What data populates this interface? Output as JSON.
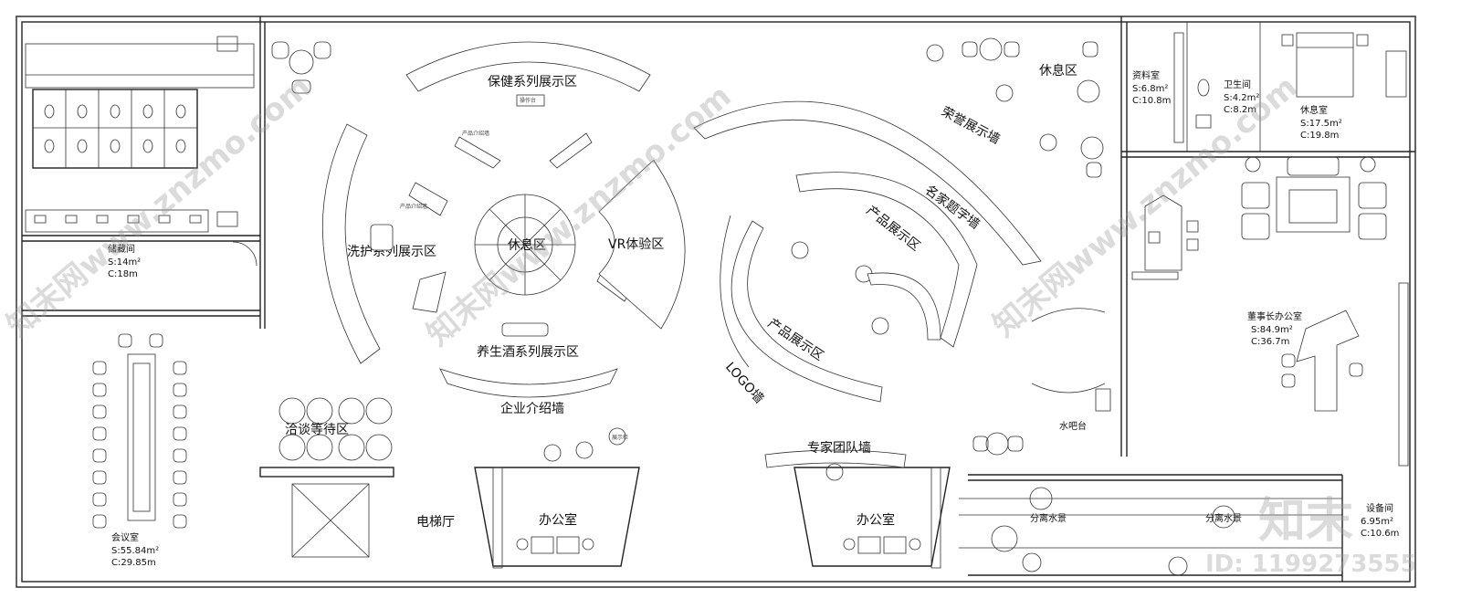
{
  "rooms": {
    "storage": {
      "name": "储藏间",
      "area": "S:14m²",
      "perimeter": "C:18m"
    },
    "meeting": {
      "name": "会议室",
      "area": "S:55.84m²",
      "perimeter": "C:29.85m"
    },
    "data_room": {
      "name": "资料室",
      "area": "S:6.8m²",
      "perimeter": "C:10.8m"
    },
    "wc": {
      "name": "卫生间",
      "area": "S:4.2m²",
      "perimeter": "C:8.2m"
    },
    "rest_room": {
      "name": "休息室",
      "area": "S:17.5m²",
      "perimeter": "C:19.8m"
    },
    "chairman": {
      "name": "董事长办公室",
      "area": "S:84.9m²",
      "perimeter": "C:36.7m"
    },
    "equipment": {
      "name": "设备间",
      "area": "6.95m²",
      "perimeter": "C:10.6m"
    }
  },
  "zones": {
    "health": "保健系列展示区",
    "care": "洗护系列展示区",
    "rest_center": "休息区",
    "vr": "VR体验区",
    "wine": "养生酒系列展示区",
    "company_wall": "企业介绍墙",
    "negotiate": "洽谈等待区",
    "elevator": "电梯厅",
    "office_left": "办公室",
    "office_right": "办公室",
    "honor_wall": "荣誉展示墙",
    "famous_wall": "名家题字墙",
    "product_upper": "产品展示区",
    "product_lower": "产品展示区",
    "logo_wall": "LOGO墙",
    "expert_wall": "专家团队墙",
    "rest_right": "休息区",
    "water_bar": "水吧台",
    "water_scene_1": "分离水景",
    "water_scene_2": "分离水景"
  },
  "small_labels": {
    "display_cabinet": "展示柜",
    "product_board": "产品介绍墙",
    "console": "操作台"
  },
  "watermark": {
    "brand_text": "知末网www.znzmo.com",
    "logo_text": "知末",
    "id_text": "ID: 1199273555"
  }
}
